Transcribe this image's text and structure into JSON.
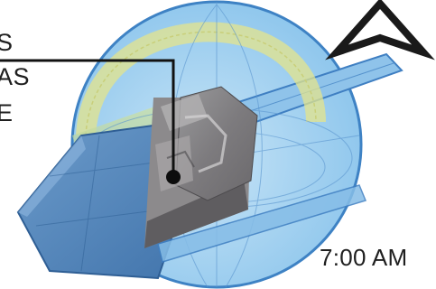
{
  "callout": {
    "lines": [
      "S",
      "AS",
      "E"
    ]
  },
  "time_label": "7:00 AM",
  "icons": {
    "north_arrow": "north-arrow-icon"
  },
  "colors": {
    "sky_dome": "#9fcfee",
    "sky_dome_edge": "#3e82c4",
    "ground_plane": "#4f86bf",
    "horizon_band": "#8fc3ea",
    "sun_path": "#e6e6a0",
    "shadow_green": "#9fb58a",
    "building": "#7c7c80",
    "leader_line": "#111111"
  }
}
